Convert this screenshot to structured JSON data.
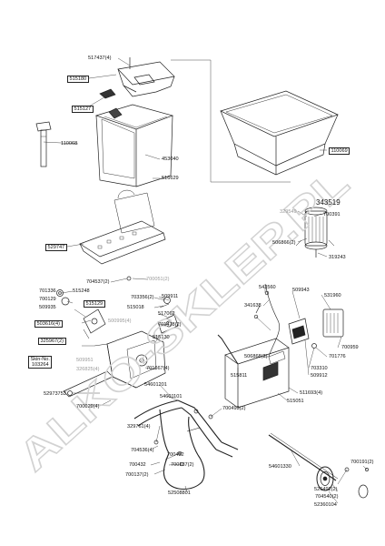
{
  "watermark": "ALKO-SKLEP.PL",
  "callouts": {
    "p517437": "517437(4)",
    "p515180": "515180",
    "p515127": "515127",
    "p110068a": "110068",
    "p453040": "453040",
    "p516629": "516629",
    "p110069": "110069",
    "p343519": "343519",
    "p329549": "329549",
    "p700391": "700391",
    "p506866": "506866(2)",
    "p319243": "319243",
    "p529747": "529747",
    "p704537": "704537(2)",
    "p700051": "700051(2)",
    "p701336": "701336",
    "p515248": "515248",
    "p700129": "700129",
    "p509935": "509935",
    "p515129": "515129",
    "p503616": "503616(4)",
    "p325967": "325967(2)",
    "p500995": "500995(4)",
    "p703356": "703356(2)",
    "p517062": "517062",
    "p701478": "701478(2)",
    "p515130": "515130",
    "p509911": "509911",
    "p515018": "515018",
    "p509943": "509943",
    "p543560": "543560",
    "p531960": "531960",
    "p341638": "341638",
    "p700959": "700959",
    "p701776": "701776",
    "p506868": "506868(2)",
    "p703310": "703310",
    "p509912": "509912",
    "p515811": "515811",
    "p511693": "511693(4)",
    "p515051": "515051",
    "skin": "Skin-No.\n103264",
    "p509951": "509951",
    "p326825": "326825(4)",
    "p701667": "701667(4)",
    "p52973753": "52973753",
    "p700029": "700029(4)",
    "p54601201": "54601201",
    "p54601101": "54601101",
    "p700493": "700493(2)",
    "p329761": "329761(4)",
    "p704536": "704536(4)",
    "p700432a": "700432",
    "p700432b": "700432",
    "p700137a": "700137(2)",
    "p700137b": "700137(2)",
    "p52508801": "52508801",
    "p54601330": "54601330",
    "p700191": "700191(2)",
    "p526492": "526492(2)",
    "p704540": "704540(2)",
    "p52360104": "52360104"
  }
}
